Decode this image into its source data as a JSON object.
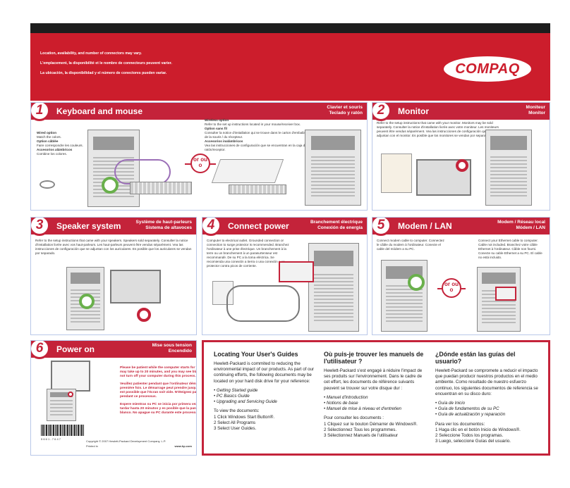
{
  "header": {
    "lines": [
      "Location, availability, and number of connectors may vary.",
      "L'emplacement, la disponibilité et le nombre de connecteurs peuvent varier.",
      "La ubicación, la disponibilidad y el número de conectores pueden variar."
    ],
    "logo": "COMPAQ"
  },
  "panels": {
    "p1": {
      "number": "1",
      "title": "Keyboard and mouse",
      "subtitle": [
        "Clavier et souris",
        "Teclado y ratón"
      ],
      "wired": [
        "Wired option",
        "Match the colors.",
        "Option câblée",
        "Faire correspondre les couleurs.",
        "Accesorios alámbricos",
        "Combine los colores."
      ],
      "wireless": [
        "Wireless option",
        "Refer to the set up instructions located in your mouse/receiver box.",
        "Option sans fil",
        "Consulter la notice d'installation qui se trouve dans le carton d'emballage de la souris / du récepteur.",
        "Accesorios inalámbricos",
        "Vea las instrucciones de configuración que se encuentran en la caja del ratón/receptor."
      ],
      "orou": "or ou o"
    },
    "p2": {
      "number": "2",
      "title": "Monitor",
      "subtitle": [
        "Moniteur",
        "Monitor"
      ],
      "text": "Refer to the setup instructions that came with your monitor. Monitors may be sold separately. Consulter la notice d'installation livrée avec votre moniteur. Les moniteurs peuvent être vendus séparément. Vea las instrucciones de configuración que se adjuntan con el monitor. Es posible que los monitores se vendan por separado."
    },
    "p3": {
      "number": "3",
      "title": "Speaker system",
      "subtitle": [
        "Système de haut-parleurs",
        "Sistema de altavoces"
      ],
      "text": "Refer to the setup instructions that came with your speakers. Speakers sold separately. Consulter la notice d'installation livrée avec vos haut-parleurs. Les haut-parleurs peuvent être vendus séparément. Vea las instrucciones de configuración que se adjuntan con los auriculares. Es posible que los auriculares se vendan por separado."
    },
    "p4": {
      "number": "4",
      "title": "Connect power",
      "subtitle": [
        "Branchement électrique",
        "Conexión de energía"
      ],
      "text": "Computer to electrical outlet. Grounded connection or connection to surge protector is recommended. Branchez l'ordinateur à une prise électrique. Un branchement à la terre ou un branchement à un parasurtenseur est recommandé. De su PC a la toma eléctrica. Se recomienda una conexión a tierra o una conexión a un protector contra picos de corriente."
    },
    "p5": {
      "number": "5",
      "title": "Modem / LAN",
      "subtitle": [
        "Modem / Réseau local",
        "Módem / LAN"
      ],
      "modem": "Connect modem cable to computer. Connectez le câble du modem à l'ordinateur. Conecte el cable del módem a su PC.",
      "lan": "Connect your Ethernet cable to computer. Cable not included. Branchez votre câble Ethernet à l'ordinateur. Câble non fourni. Conecte su cable Ethernet a su PC. El cable no está incluido.",
      "orou": "or ou o"
    },
    "p6": {
      "number": "6",
      "title": "Power on",
      "subtitle": [
        "Mise sous tension",
        "Encendido"
      ],
      "warnings": [
        "Please be patient while the computer starts for the first time. It may take up to 20 minutes, and you may see blank screens. Do not turn off your computer during this process.",
        "Veuillez patienter pendant que l'ordinateur démarre pour la première fois. Le démarrage peut prendre jusqu'à 20 minutes et il est possible que l'écran soit vide. N'éteignez pas l'ordinateur pendant ce processus.",
        "Espere mientras su PC se inicia por primera vez. El inicio puede tardar hasta 20 minutos y es posible que la pantalla esté en blanco. No apague su PC durante este proceso."
      ],
      "copyright": "Copyright © 2007 Hewlett-Packard Development Company, L.P.",
      "printed": "Printed in",
      "url": "www.hp.com",
      "barcode_text": "5 6 6 1 - 7 6 4 7"
    }
  },
  "info": {
    "en": {
      "title": "Locating Your User's Guides",
      "intro": "Hewlett-Packard is commited to reducing the environmental impact of our products. As part of our continuing efforts, the following documents may be located on your hard disk drive for your reference:",
      "items": [
        "• Getting Started guide",
        "• PC Basics Guide",
        "• Upgrading and Servicing Guide"
      ],
      "view": "To view the documents:",
      "steps": [
        "1 Click Windows Start Button®.",
        "2 Select All Programs",
        "3 Select User Guides."
      ]
    },
    "fr": {
      "title": "Où puis-je trouver les manuels de l'utilisateur ?",
      "intro": "Hewlett-Packard s'est engagé à réduire l'impact de ses produits sur l'environnement. Dans le cadre de cet effort, les documents de référence suivants peuvent se trouver sur votre disque dur :",
      "items": [
        "• Manuel d'introduction",
        "• Notions de base",
        "• Manuel de mise à niveau et d'entretien"
      ],
      "view": "Pour consulter les documents :",
      "steps": [
        "1 Cliquez sur le bouton Démarrer de Windows®.",
        "2 Sélectionnez Tous les programmes.",
        "3 Sélectionnez Manuels de l'utilisateur"
      ]
    },
    "es": {
      "title": "¿Dónde están las guías del usuario?",
      "intro": "Hewlett-Packard se compromete a reducir el impacto que puedan producir nuestros productos en el medio ambiente. Como resultado de nuestro esfuerzo continuo, los siguientes documentos de referencia se encuentran en su disco duro:",
      "items": [
        "• Guía de Inicio",
        "• Guía de fundamentos de su PC",
        "• Guía de actualización y reparación"
      ],
      "view": "Para ver los documentos:",
      "steps": [
        "1 Haga clic en el botón Inicio de Windows®.",
        "2 Seleccione Todos los programas.",
        "3 Luego, seleccione Guías del usuario."
      ]
    }
  },
  "colors": {
    "brand_red": "#cc1d2c",
    "panel_red": "#c4233a",
    "panel_border": "#b9c7e8",
    "dark_bar": "#1d1d1d",
    "green": "#6ab04c"
  }
}
